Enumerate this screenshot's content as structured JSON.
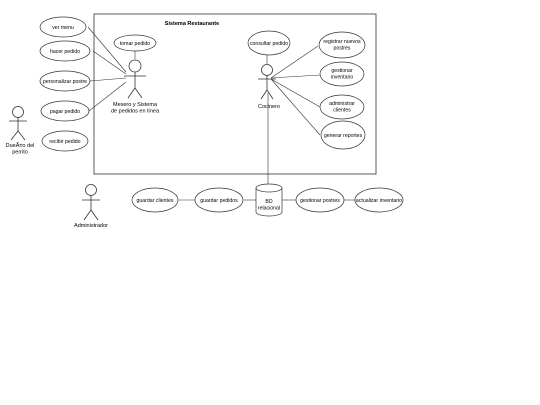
{
  "system": {
    "title": "Sistema Restaurante"
  },
  "actors": {
    "mesero": [
      "Mesero y Sistema",
      "de pedidos en línea"
    ],
    "cocinero": [
      "Cocinero"
    ],
    "dueno": [
      "DueÃ±o del",
      "perrito"
    ],
    "administrador": [
      "Administrador"
    ]
  },
  "usecases": {
    "ver_menu": [
      "ver menu"
    ],
    "hacer_pedido": [
      "hacer pedido"
    ],
    "personalizar_postre": [
      "personalizar postre"
    ],
    "pagar_pedido": [
      "pagar pedido"
    ],
    "recibir_pedido": [
      "recibir pedido"
    ],
    "tomar_pedido": [
      "tomar pedido"
    ],
    "consultar_pedido": [
      "consultar pedido"
    ],
    "registrar_postres": [
      "registrar nuevos",
      "postres"
    ],
    "gestionar_inventario": [
      "gestionar",
      "inventario"
    ],
    "administrar_clientes": [
      "administrar",
      "clientes"
    ],
    "generar_reportes": [
      "generar reportes"
    ],
    "guardar_clientes": [
      "guardar clientes"
    ],
    "guardar_pedidos": [
      "guardar pedidos"
    ],
    "gestionar_postres": [
      "gestionar postres"
    ],
    "actualizar_inventario": [
      "actualizar inventario"
    ]
  },
  "database": {
    "label": [
      "BD",
      "relacional"
    ]
  }
}
